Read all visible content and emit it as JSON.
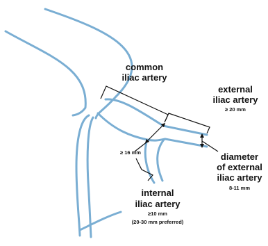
{
  "labels": {
    "common": {
      "line1": "common",
      "line2": "iliac artery"
    },
    "external": {
      "line1": "external",
      "line2": "iliac artery",
      "size": "≥ 20 mm"
    },
    "neck": {
      "size": "≥ 16 mm"
    },
    "diameter": {
      "line1": "diameter",
      "line2": "of external",
      "line3": "iliac artery",
      "size": "8-11 mm"
    },
    "internal": {
      "line1": "internal",
      "line2": "iliac artery",
      "size": "≥10 mm",
      "note": "(20-30 mm preferred)"
    }
  },
  "colors": {
    "vessel": "#7aaed3",
    "annotation": "#111111"
  }
}
